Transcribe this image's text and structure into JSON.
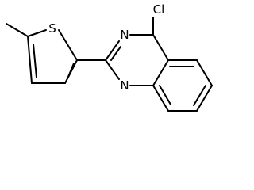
{
  "atoms": {
    "chlorine": "Cl",
    "nitrogen_3": "N",
    "nitrogen_1": "N",
    "sulfur": "S"
  },
  "colors": {
    "bond": "#000000",
    "label": "#000000",
    "background": "#ffffff"
  }
}
